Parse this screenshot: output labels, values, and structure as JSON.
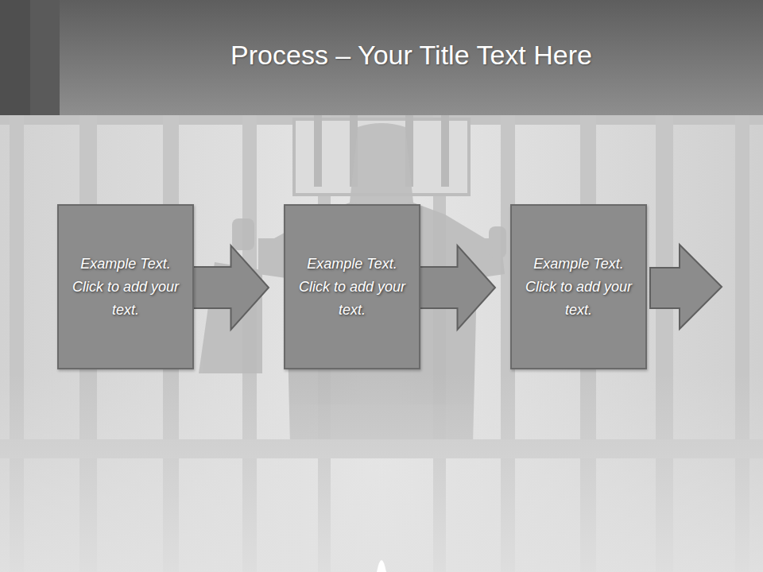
{
  "diagram": {
    "title": "Process – Your Title Text Here",
    "nodes": [
      {
        "text": [
          "Example Text. Click to add your text."
        ]
      },
      {
        "text": [
          "Example Text. Click to add your text."
        ]
      },
      {
        "text": [
          "Example Text. Click to add your text."
        ]
      }
    ],
    "edges": [
      {
        "from": 0,
        "to": 1,
        "arrow": "to"
      },
      {
        "from": 1,
        "to": 2,
        "arrow": "to"
      }
    ]
  }
}
